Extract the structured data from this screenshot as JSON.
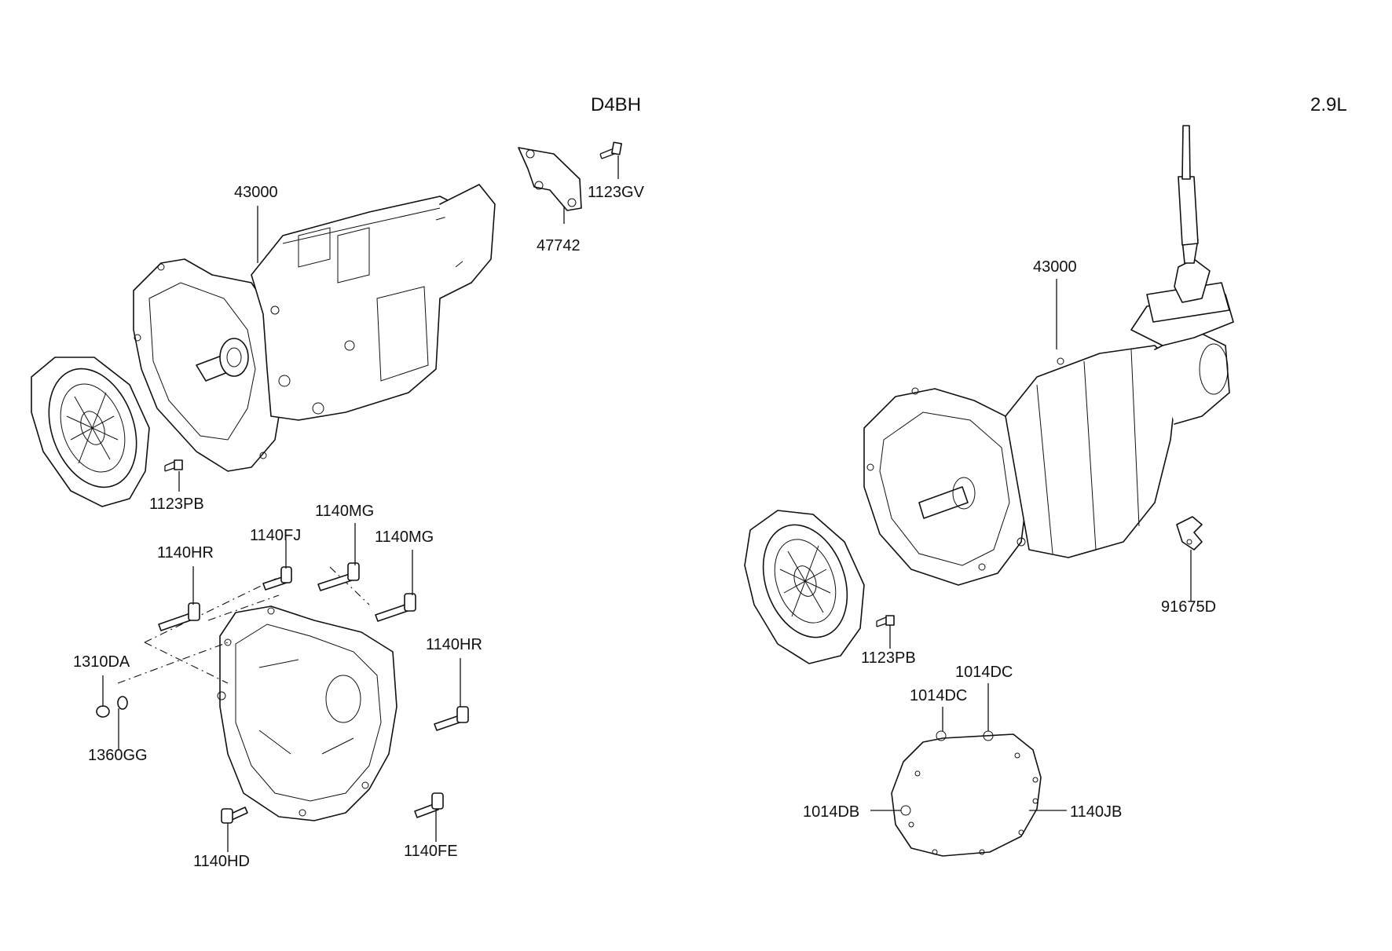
{
  "sections": {
    "left_title": "D4BH",
    "right_title": "2.9L"
  },
  "labels": {
    "l_43000": "43000",
    "l_47742": "47742",
    "l_1123GV": "1123GV",
    "l_1123PB": "1123PB",
    "l_1140HR_a": "1140HR",
    "l_1140FJ": "1140FJ",
    "l_1140MG_a": "1140MG",
    "l_1140MG_b": "1140MG",
    "l_1310DA": "1310DA",
    "l_1360GG": "1360GG",
    "l_1140HR_b": "1140HR",
    "l_1140HD": "1140HD",
    "l_1140FE": "1140FE",
    "r_43000": "43000",
    "r_91675D": "91675D",
    "r_1123PB": "1123PB",
    "r_1014DC_a": "1014DC",
    "r_1014DC_b": "1014DC",
    "r_1014DB": "1014DB",
    "r_1140JB": "1140JB"
  }
}
